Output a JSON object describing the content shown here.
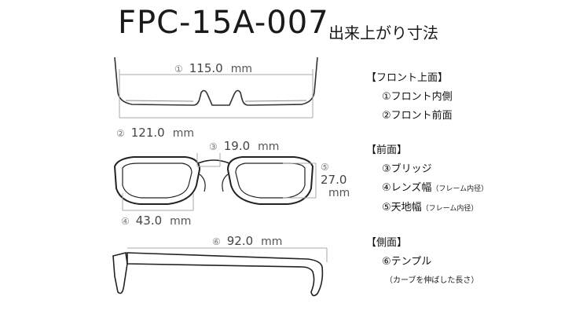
{
  "header": {
    "title": "FPC-15A-007",
    "subtitle": "出来上がり寸法"
  },
  "dimensions": {
    "front_inner": {
      "index": "①",
      "value": "115.0",
      "unit": "mm"
    },
    "front_face": {
      "index": "②",
      "value": "121.0",
      "unit": "mm"
    },
    "bridge": {
      "index": "③",
      "value": "19.0",
      "unit": "mm"
    },
    "lens_width": {
      "index": "④",
      "value": "43.0",
      "unit": "mm"
    },
    "height": {
      "index": "⑤",
      "value": "27.0",
      "unit": "mm"
    },
    "temple": {
      "index": "⑥",
      "value": "92.0",
      "unit": "mm"
    }
  },
  "legend": {
    "top_header": "【フロント上面】",
    "top_items": [
      "①フロント内側",
      "②フロント前面"
    ],
    "front_header": "【前面】",
    "front_items": [
      {
        "label": "③ブリッジ",
        "note": ""
      },
      {
        "label": "④レンズ幅",
        "note": "（フレーム内径）"
      },
      {
        "label": "⑤天地幅",
        "note": "（フレーム内径）"
      }
    ],
    "side_header": "【側面】",
    "side_items": [
      "⑥テンプル"
    ],
    "side_note": "（カーブを伸ばした長さ）"
  }
}
